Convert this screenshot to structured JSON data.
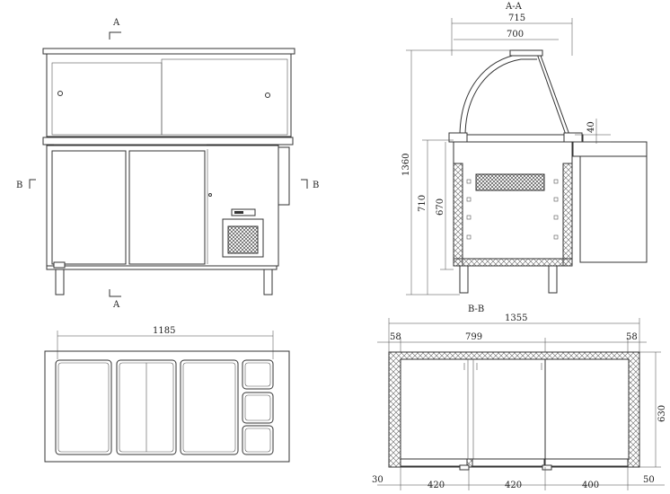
{
  "labels": {
    "section_a_top": "A",
    "section_a_bottom": "A",
    "section_b_left": "B",
    "section_b_right": "B",
    "section_aa": "A-A",
    "section_bb": "B-B"
  },
  "side_view": {
    "width_outer": "715",
    "width_inner": "700",
    "height_total": "1360",
    "height_counter": "710",
    "height_inner": "670",
    "top_gap": "40"
  },
  "top_view": {
    "width": "1185"
  },
  "plan_view": {
    "width_total": "1355",
    "wall_left": "58",
    "inner_span": "799",
    "wall_right": "58",
    "depth": "630",
    "bottom_offset": "30",
    "door_1": "420",
    "door_2": "420",
    "door_3": "400",
    "bottom_right": "50"
  }
}
